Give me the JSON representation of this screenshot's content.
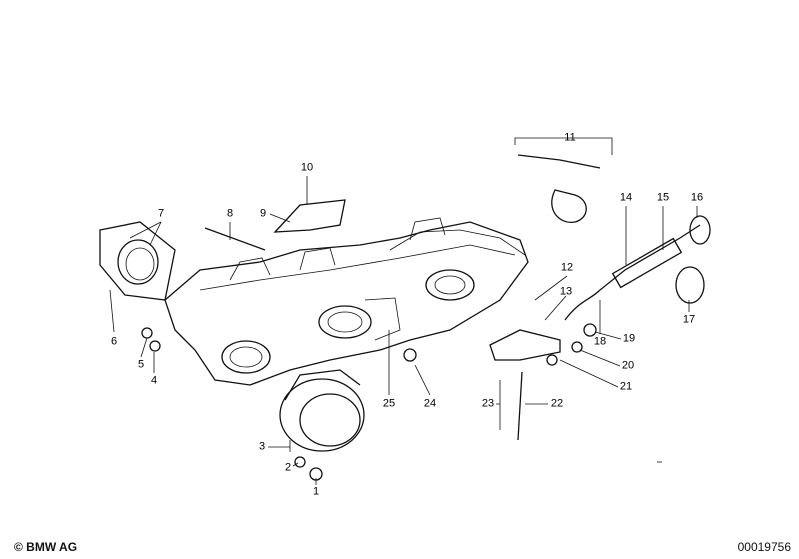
{
  "diagram": {
    "callouts": [
      "1",
      "2",
      "3",
      "4",
      "5",
      "6",
      "7",
      "8",
      "9",
      "10",
      "11",
      "12",
      "13",
      "14",
      "15",
      "16",
      "17",
      "18",
      "19",
      "20",
      "21",
      "22",
      "23",
      "24",
      "25"
    ],
    "copyright": "© BMW AG",
    "image_number": "00019756"
  }
}
